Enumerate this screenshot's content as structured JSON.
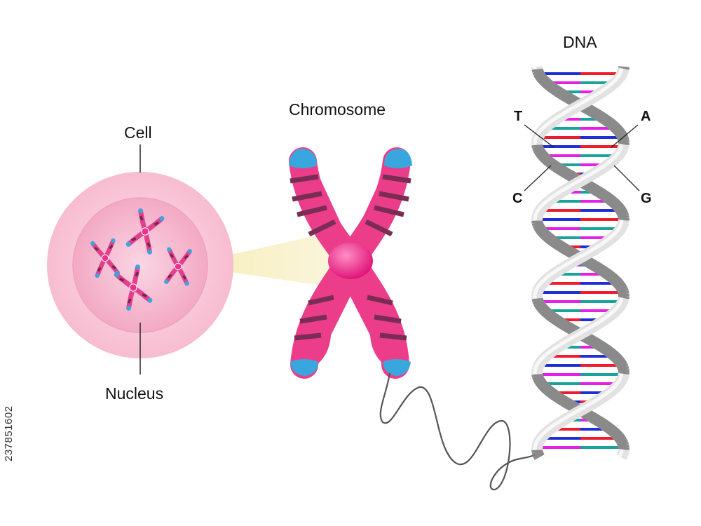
{
  "labels": {
    "cell": "Cell",
    "nucleus": "Nucleus",
    "chromosome": "Chromosome",
    "dna": "DNA",
    "base_t": "T",
    "base_a": "A",
    "base_c": "C",
    "base_g": "G"
  },
  "watermark_id": "237851602",
  "colors": {
    "cell_outer": "#f9c9d9",
    "cell_nucleus": "#f5b0c8",
    "chromosome_pink": "#ec3d8a",
    "chromosome_band": "#7a2c54",
    "chromosome_tip": "#3aa6de",
    "centromere": "#ee2f8c",
    "beam": "#f7f0c8",
    "helix_gray": "#8e8e8e",
    "helix_light": "#dddddd",
    "base_blue": "#1f2fd6",
    "base_red": "#ee1c2c",
    "base_magenta": "#e51fe5",
    "base_teal": "#1aa39a"
  },
  "icons": {
    "cell": "cell-illustration",
    "chromosome": "chromosome-illustration",
    "dna": "double-helix-illustration"
  }
}
